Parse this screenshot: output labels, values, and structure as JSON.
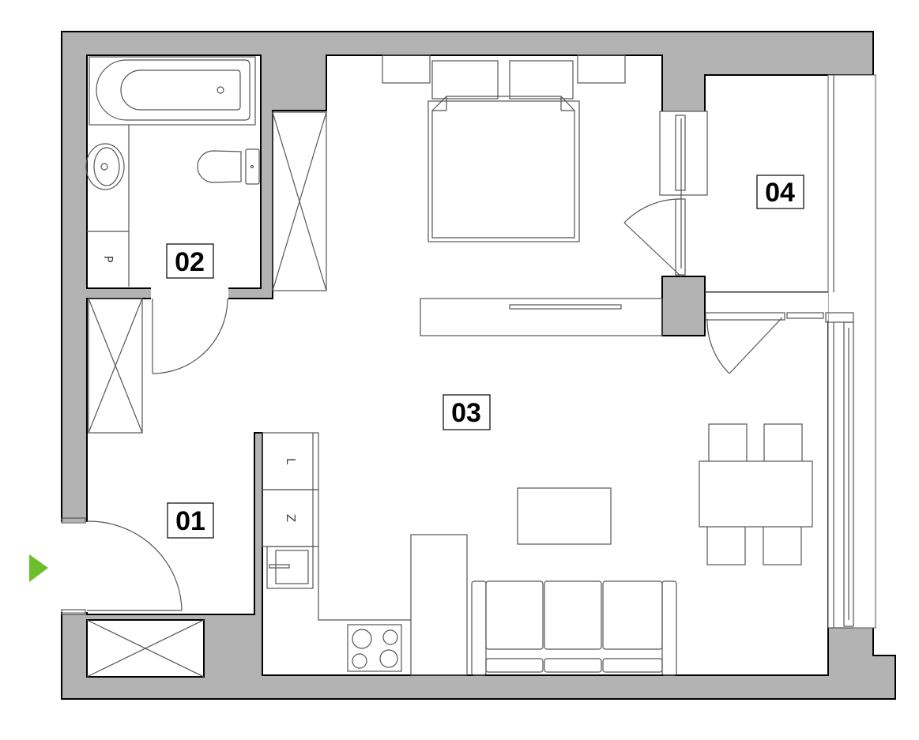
{
  "plan": {
    "rooms": [
      {
        "id": "01"
      },
      {
        "id": "02"
      },
      {
        "id": "03"
      },
      {
        "id": "04"
      }
    ],
    "appliances": {
      "washing_machine": "P",
      "fridge": "L",
      "dishwasher": "Z"
    },
    "entrance_marker": "entrance-arrow-icon"
  },
  "colors": {
    "wall": "#b3b3b3",
    "outline": "#000000",
    "furniture": "#555555",
    "entrance_arrow": "#6cbf2b"
  }
}
